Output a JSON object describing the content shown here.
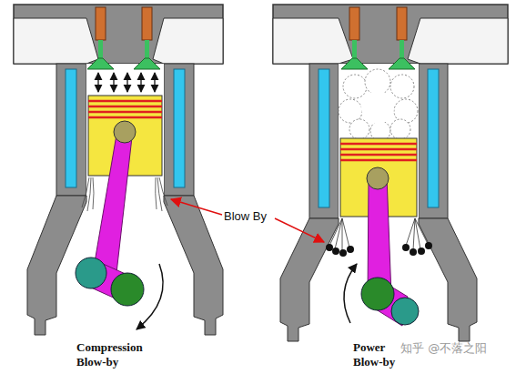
{
  "diagram": {
    "labels": [
      "Blow By",
      "Compression Blow-by",
      "Power Blow-by",
      "知乎 @不落之阳"
    ]
  }
}
